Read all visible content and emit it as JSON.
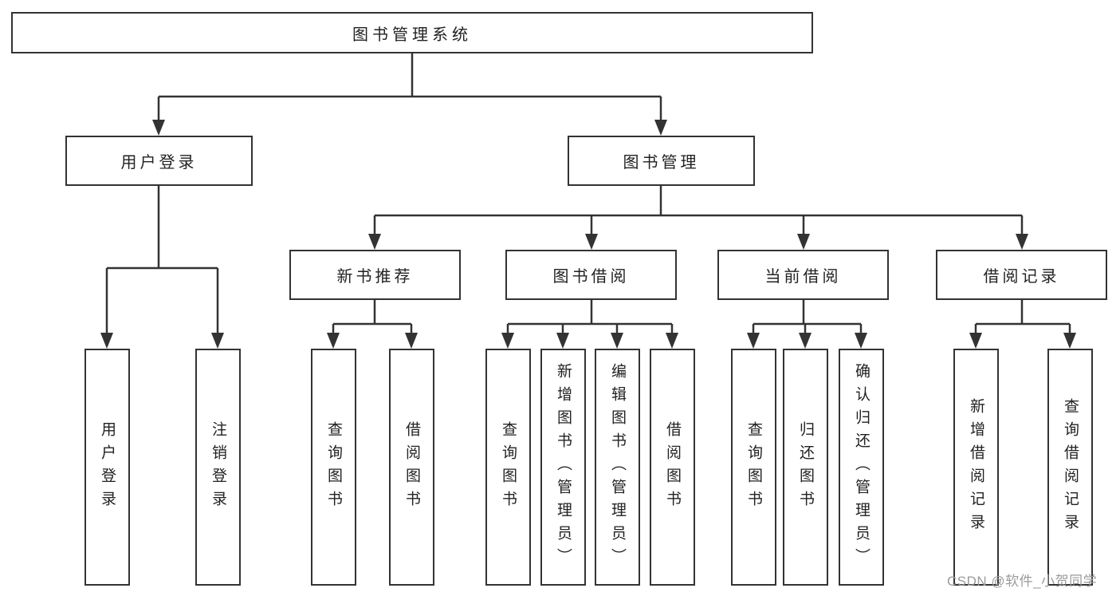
{
  "tree": {
    "root": {
      "label": "图书管理系统"
    },
    "level2": [
      {
        "label": "用户登录"
      },
      {
        "label": "图书管理"
      }
    ],
    "level3": [
      {
        "label": "新书推荐"
      },
      {
        "label": "图书借阅"
      },
      {
        "label": "当前借阅"
      },
      {
        "label": "借阅记录"
      }
    ],
    "level4_groups": [
      {
        "parent": "用户登录",
        "items": [
          {
            "label": "用户登录"
          },
          {
            "label": "注销登录"
          }
        ]
      },
      {
        "parent": "新书推荐",
        "items": [
          {
            "label": "查询图书"
          },
          {
            "label": "借阅图书"
          }
        ]
      },
      {
        "parent": "图书借阅",
        "items": [
          {
            "label": "查询图书"
          },
          {
            "label": "新增图书（管理员）"
          },
          {
            "label": "编辑图书（管理员）"
          },
          {
            "label": "借阅图书"
          }
        ]
      },
      {
        "parent": "当前借阅",
        "items": [
          {
            "label": "查询图书"
          },
          {
            "label": "归还图书"
          },
          {
            "label": "确认归还（管理员）"
          }
        ]
      },
      {
        "parent": "借阅记录",
        "items": [
          {
            "label": "新增借阅记录"
          },
          {
            "label": "查询借阅记录"
          }
        ]
      }
    ]
  },
  "watermark": {
    "text": "CSDN @软件_小贺同学"
  },
  "colors": {
    "line": "#333333",
    "text": "#222222",
    "background": "#ffffff",
    "watermark": "#9b9b9b"
  }
}
